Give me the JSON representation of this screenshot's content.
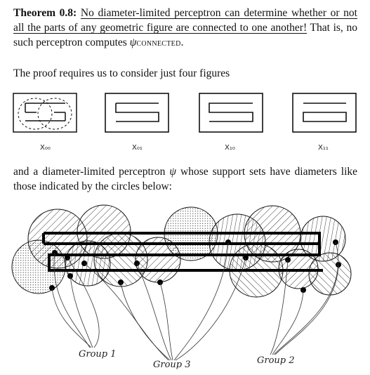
{
  "theorem": {
    "label": "Theorem 0.8:",
    "text_underlined": "No diameter-limited perceptron can determine whether or not all the parts of any geometric figure are connected to one another!",
    "text_rest": "That is, no such perceptron computes",
    "psi": "ψ",
    "subscript": "CONNECTED",
    "end": "."
  },
  "para2": "The proof requires us to consider just four figures",
  "figures": {
    "labels": [
      "X₀₀",
      "X₀₁",
      "X₁₀",
      "X₁₁"
    ]
  },
  "para3": {
    "before": "and a diameter-limited perceptron",
    "psi": "ψ",
    "after": "whose support sets have diameters like those indicated by the circles below:"
  },
  "groups": [
    "Group 1",
    "Group 3",
    "Group 2"
  ]
}
